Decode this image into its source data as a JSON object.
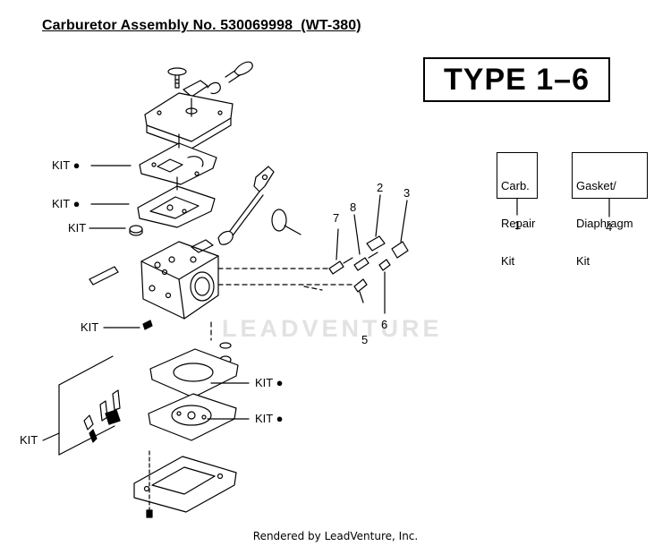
{
  "title": "Carburetor Assembly No. 530069998  (WT-380)",
  "type_label": "TYPE 1–6",
  "kits": [
    {
      "lines": [
        "Carb.",
        "Repair",
        "Kit"
      ],
      "number": "1"
    },
    {
      "lines": [
        "Gasket/",
        "Diaphragm",
        "Kit"
      ],
      "number": "4"
    }
  ],
  "callouts": {
    "kit_dot": "KIT ●",
    "kit": "KIT",
    "kit_dot_right": "KIT ●"
  },
  "part_numbers": [
    "2",
    "3",
    "5",
    "6",
    "7",
    "8"
  ],
  "watermark": "LEADVENTURE",
  "footer": "Rendered by LeadVenture, Inc."
}
